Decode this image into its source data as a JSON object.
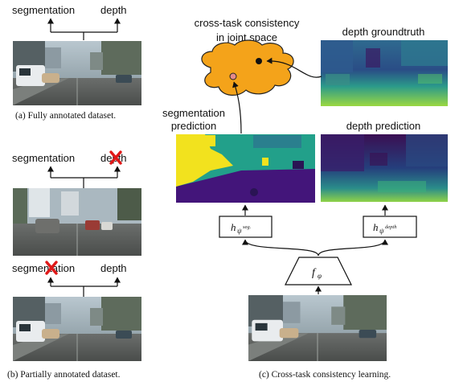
{
  "panel_a": {
    "label_left": "segmentation",
    "label_right": "depth",
    "caption": "(a) Fully annotated dataset."
  },
  "panel_b": {
    "top": {
      "label_left": "segmentation",
      "label_right": "depth",
      "missing": "depth"
    },
    "bottom": {
      "label_left": "segmentation",
      "label_right": "depth",
      "missing": "segmentation"
    },
    "caption": "(b) Partially annotated dataset."
  },
  "panel_c": {
    "cloud_label_line1": "cross-task consistency",
    "cloud_label_line2": "in joint space",
    "depth_gt_label": "depth groundtruth",
    "seg_pred_label_line1": "segmentation",
    "seg_pred_label_line2": "prediction",
    "depth_pred_label": "depth prediction",
    "head_seg": {
      "base": "h",
      "sub": "ψ",
      "sup": "seg."
    },
    "head_depth": {
      "base": "h",
      "sub": "ψ",
      "sup": "depth"
    },
    "encoder": {
      "base": "f",
      "sub": "φ"
    },
    "caption": "(c) Cross-task consistency learning."
  },
  "colors": {
    "cloud_fill": "#f4a31a",
    "seg_yellow": "#f2e21e",
    "seg_teal": "#22a08a",
    "seg_purple": "#43157a",
    "depth_dark": "#3a0f52",
    "depth_blue": "#2d6f8e",
    "depth_green": "#35b779",
    "cross_mark": "#e01919"
  }
}
